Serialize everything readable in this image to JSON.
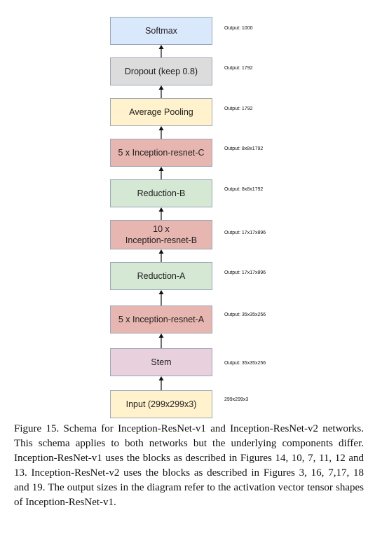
{
  "blocks": [
    {
      "name": "softmax",
      "label": "Softmax",
      "output": "Output: 1000",
      "color": "#dae8fc"
    },
    {
      "name": "dropout",
      "label": "Dropout (keep 0.8)",
      "output": "Output: 1792",
      "color": "#dcdcdc"
    },
    {
      "name": "average-pooling",
      "label": "Average Pooling",
      "output": "Output: 1792",
      "color": "#fff2cc"
    },
    {
      "name": "inception-resnet-c",
      "label": "5 x Inception-resnet-C",
      "output": "Output: 8x8x1792",
      "color": "#e8b6b0"
    },
    {
      "name": "reduction-b",
      "label": "Reduction-B",
      "output": "Output: 8x8x1792",
      "color": "#d5e8d4"
    },
    {
      "name": "inception-resnet-b",
      "label": "10 x\nInception-resnet-B",
      "output": "Output: 17x17x896",
      "color": "#e8b6b0"
    },
    {
      "name": "reduction-a",
      "label": "Reduction-A",
      "output": "Output: 17x17x896",
      "color": "#d5e8d4"
    },
    {
      "name": "inception-resnet-a",
      "label": "5 x Inception-resnet-A",
      "output": "Output: 35x35x256",
      "color": "#e8b6b0"
    },
    {
      "name": "stem",
      "label": "Stem",
      "output": "Output: 35x35x256",
      "color": "#e8d1dc"
    },
    {
      "name": "input",
      "label": "Input (299x299x3)",
      "output": "299x299x3",
      "color": "#fff2cc"
    }
  ],
  "caption": "Figure 15. Schema for Inception-ResNet-v1 and Inception-ResNet-v2 networks. This schema applies to both networks but the underlying components differ. Inception-ResNet-v1 uses the blocks as described in Figures 14, 10, 7, 11, 12 and 13. Inception-ResNet-v2 uses the blocks as described in Figures 3, 16, 7,17, 18 and 19. The output sizes in the diagram refer to the activation vector tensor shapes of Inception-ResNet-v1."
}
